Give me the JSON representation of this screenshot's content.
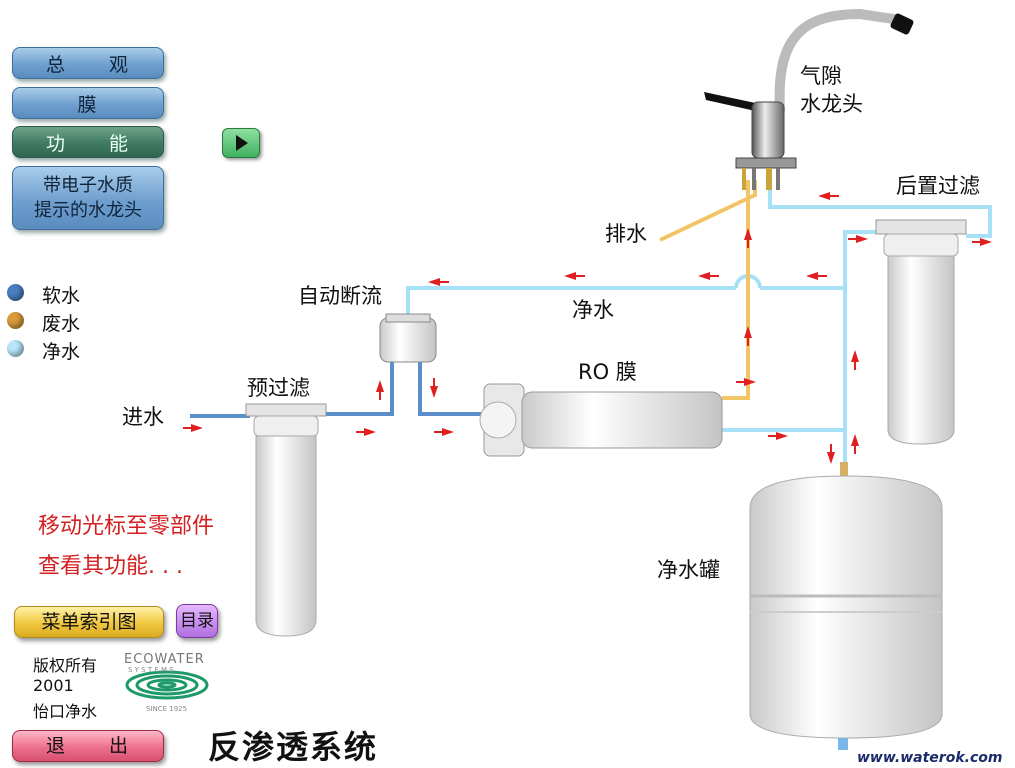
{
  "nav": {
    "overview": "总　　观",
    "membrane": "膜",
    "function": "功　　能",
    "faucet_line1": "带电子水质",
    "faucet_line2": "提示的水龙头"
  },
  "legend": [
    {
      "label": "软水",
      "color": "#4a7fc0"
    },
    {
      "label": "废水",
      "color": "#d89a3a"
    },
    {
      "label": "净水",
      "color": "#9fdcf5"
    }
  ],
  "diagram": {
    "inlet": "进水",
    "prefilter": "预过滤",
    "auto_shutoff": "自动断流",
    "membrane": "RO 膜",
    "pure_water": "净水",
    "drain": "排水",
    "faucet_line1": "气隙",
    "faucet_line2": "水龙头",
    "post_filter": "后置过滤",
    "tank": "净水罐"
  },
  "hint": {
    "line1": "移动光标至零部件",
    "line2": "查看其功能. . ."
  },
  "footer": {
    "menu_index": "菜单索引图",
    "catalog": "目录",
    "copyright1": "版权所有",
    "copyright2": "2001",
    "copyright3": "怡口净水",
    "brand": "ECOWATER",
    "brand_sub": "S Y S T E M S",
    "brand_since": "SINCE 1925",
    "exit": "退　　出",
    "title": "反渗透系统",
    "watermark": "www.waterok.com"
  },
  "colors": {
    "soft_water": "#4a7fc0",
    "waste_water": "#f0c060",
    "pure_water": "#9fdcf5",
    "arrow": "#e02020"
  }
}
